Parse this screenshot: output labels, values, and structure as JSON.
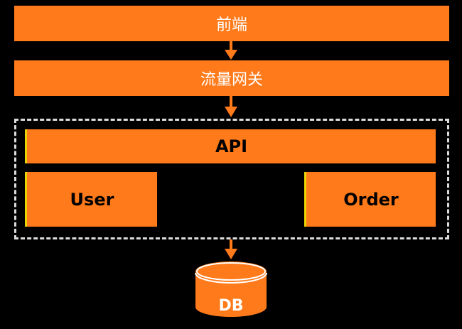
{
  "colors": {
    "background": "#000000",
    "box_fill": "#ff7a1a",
    "accent_edge": "#e8d400",
    "dashed_border": "#dcdcdc",
    "arrow": "#ff7a1a"
  },
  "nodes": {
    "frontend": "前端",
    "gateway": "流量网关",
    "api": "API",
    "user": "User",
    "order": "Order",
    "db": "DB"
  }
}
